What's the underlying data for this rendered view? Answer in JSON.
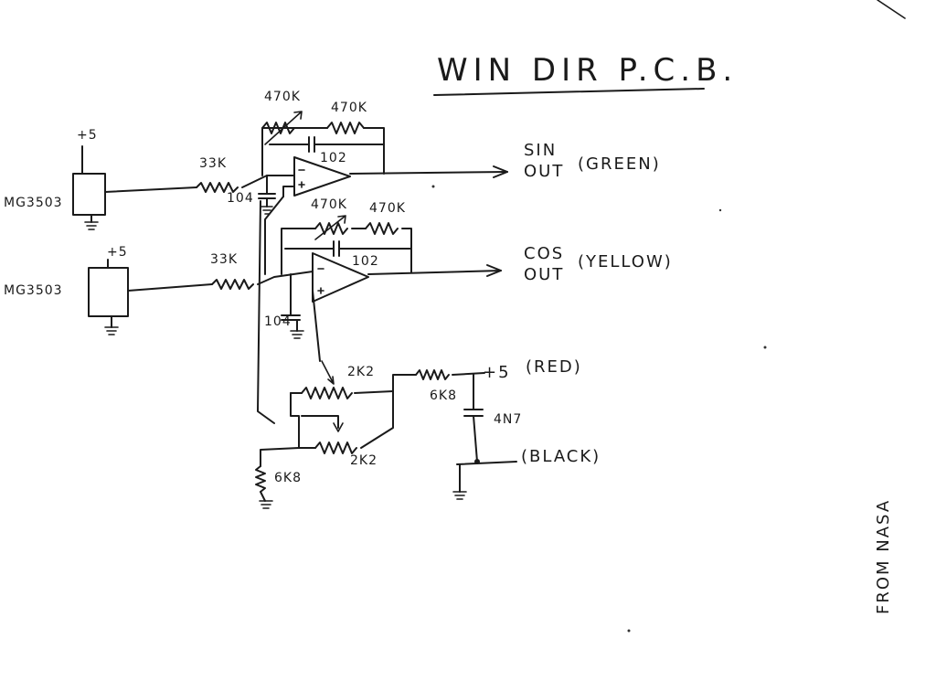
{
  "title": "WIN DIR P.C.B.",
  "sensors": {
    "top": "MG3503",
    "bottom": "MG3503"
  },
  "supplies": {
    "top": "+5",
    "bottom": "+5",
    "right": "+5"
  },
  "resistors": {
    "sin_input": "33K",
    "cos_input": "33K",
    "sin_pot": "470K",
    "sin_feedback": "470K",
    "cos_pot": "470K",
    "cos_feedback": "470K",
    "supply_series": "6K8",
    "bottom_ground": "6K8",
    "trim_upper": "2K2",
    "trim_lower": "2K2"
  },
  "capacitors": {
    "sin_feedback": "102",
    "cos_feedback": "102",
    "sin_input": "104",
    "cos_input": "104",
    "supply_bypass": "4N7"
  },
  "outputs": {
    "sin_line1": "SIN",
    "sin_line2": "OUT",
    "sin_color": "(GREEN)",
    "cos_line1": "COS",
    "cos_line2": "OUT",
    "cos_color": "(YELLOW)",
    "power_color": "(RED)",
    "ground_color": "(BLACK)"
  },
  "credit": "FROM NASA"
}
